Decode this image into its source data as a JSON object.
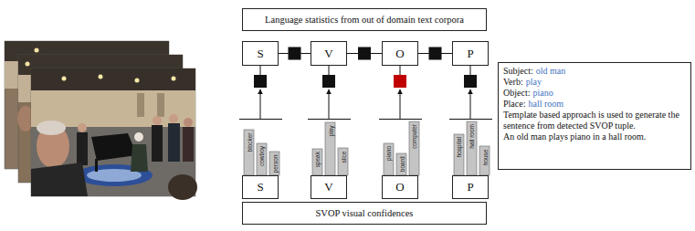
{
  "diagram": {
    "nodes": [
      {
        "text": [
          "Language statistics from out of domain text corpora"
        ]
      },
      {
        "text": [
          "S"
        ]
      },
      {
        "text": [
          "V"
        ]
      },
      {
        "text": [
          "O"
        ]
      },
      {
        "text": [
          "P"
        ]
      },
      {
        "text": [
          "Subject:",
          "old man",
          "Verb:",
          "play",
          "Object:",
          "piano",
          "Place:",
          "hall room",
          "Template based approach is used to generate the sentence from detected SVOP tuple.",
          "An old man plays piano in a hall room."
        ]
      },
      {
        "text": [
          "S"
        ]
      },
      {
        "text": [
          "V"
        ]
      },
      {
        "text": [
          "O"
        ]
      },
      {
        "text": [
          "P"
        ]
      },
      {
        "text": [
          "SVOP visual confidences"
        ]
      }
    ],
    "edges": [
      {
        "from": 1,
        "to": 2,
        "arrow": "none"
      },
      {
        "from": 2,
        "to": 3,
        "arrow": "none"
      },
      {
        "from": 3,
        "to": 4,
        "arrow": "none"
      }
    ],
    "labels": [
      "blocker",
      "cowboy",
      "person",
      "speak",
      "play",
      "slice",
      "piano",
      "board",
      "computer",
      "hospital",
      "hall room",
      "house"
    ]
  }
}
